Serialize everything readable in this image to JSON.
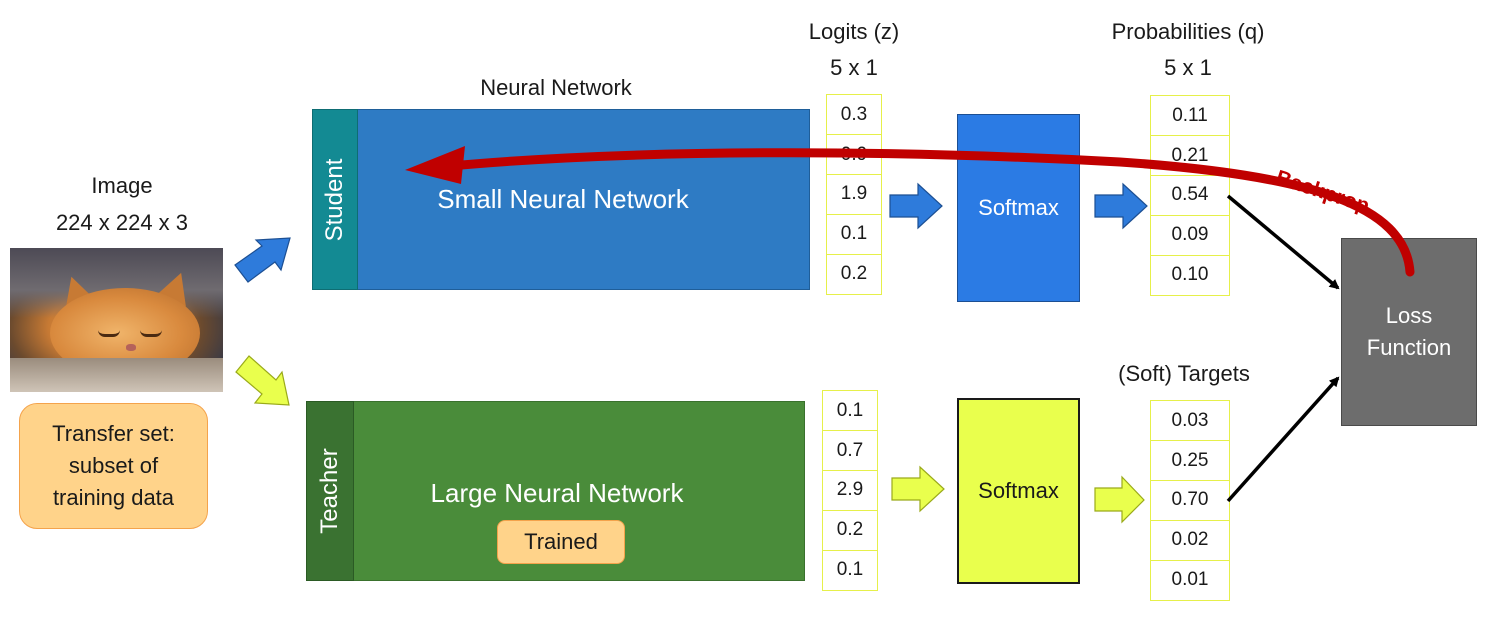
{
  "image": {
    "title": "Image",
    "dims": "224 x 224 x 3"
  },
  "transfer_set": "Transfer set:\nsubset of\ntraining data",
  "network_header": "Neural Network",
  "student": {
    "label": "Student",
    "name": "Small Neural Network"
  },
  "teacher": {
    "label": "Teacher",
    "name": "Large Neural Network",
    "badge": "Trained"
  },
  "logits": {
    "title": "Logits (z)",
    "shape": "5 x 1"
  },
  "probabilities": {
    "title": "Probabilities (q)",
    "shape": "5 x 1"
  },
  "soft_targets": {
    "title": "(Soft) Targets"
  },
  "student_logits": [
    "0.3",
    "0.9",
    "1.9",
    "0.1",
    "0.2"
  ],
  "teacher_logits": [
    "0.1",
    "0.7",
    "2.9",
    "0.2",
    "0.1"
  ],
  "student_probs": [
    "0.11",
    "0.21",
    "0.54",
    "0.09",
    "0.10"
  ],
  "teacher_targets": [
    "0.03",
    "0.25",
    "0.70",
    "0.02",
    "0.01"
  ],
  "softmax_label": "Softmax",
  "loss_label": "Loss\nFunction",
  "backprop_label": "Backprop",
  "colors": {
    "student_blue": "#2e7bc4",
    "student_side": "#138a93",
    "teacher_green": "#4a8c3a",
    "teacher_side": "#3a7231",
    "softmax_blue": "#2b7be4",
    "softmax_yellow": "#e9ff4d",
    "value_border": "#e6f04a",
    "loss_gray": "#6d6d6d",
    "backprop_red": "#c00000",
    "orange_box": "#ffd38a"
  }
}
